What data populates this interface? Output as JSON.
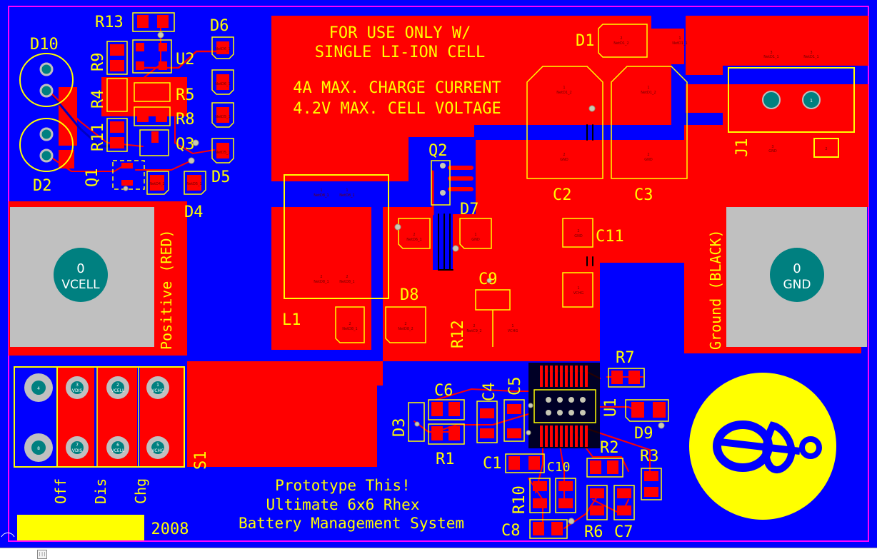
{
  "colors": {
    "background": "#0000ff",
    "top_copper": "#ff0000",
    "silkscreen": "#ffff00",
    "board_edge": "#ff00ff",
    "pad_gray": "#c0c0c0",
    "pad_teal": "#008080",
    "via": "#c8c8b4"
  },
  "notes": {
    "line1": "FOR USE ONLY W/",
    "line2": "SINGLE LI-ION CELL",
    "line3": "4A MAX. CHARGE CURRENT",
    "line4": "4.2V MAX. CELL VOLTAGE"
  },
  "title_block": {
    "line1": "Prototype This!",
    "line2": "Ultimate 6x6 Rhex",
    "line3": "Battery Management System",
    "year": "2008"
  },
  "terminals": {
    "positive": {
      "label": "Positive (RED)",
      "pad_num": "0",
      "pad_net": "VCELL"
    },
    "ground": {
      "label": "Ground (BLACK)",
      "pad_num": "0",
      "pad_net": "GND"
    }
  },
  "switch_positions": [
    "Off",
    "Dis",
    "Chg"
  ],
  "switch_pins": [
    {
      "num": "4",
      "net": ""
    },
    {
      "num": "3",
      "net": "VDIS"
    },
    {
      "num": "2",
      "net": "VCELL"
    },
    {
      "num": "1",
      "net": "VCHG"
    },
    {
      "num": "8",
      "net": ""
    },
    {
      "num": "7",
      "net": "VDIS"
    },
    {
      "num": "6",
      "net": "VCELL"
    },
    {
      "num": "5",
      "net": "VCHG"
    }
  ],
  "designators": {
    "R13": "R13",
    "D10": "D10",
    "D6": "D6",
    "R9": "R9",
    "U2": "U2",
    "R4": "R4",
    "R5": "R5",
    "R8": "R8",
    "R11": "R11",
    "Q3": "Q3",
    "D2": "D2",
    "Q1": "Q1",
    "D5": "D5",
    "D4": "D4",
    "D1": "D1",
    "Q2": "Q2",
    "D7": "D7",
    "C2": "C2",
    "C3": "C3",
    "J1": "J1",
    "C11": "C11",
    "C9": "C9",
    "D8": "D8",
    "R12": "R12",
    "L1": "L1",
    "S1": "S1",
    "C6": "C6",
    "C4": "C4",
    "C5": "C5",
    "U1": "U1",
    "R7": "R7",
    "D9": "D9",
    "D3": "D3",
    "R1": "R1",
    "C1": "C1",
    "C10": "C10",
    "R2": "R2",
    "R3": "R3",
    "R10": "R10",
    "C8": "C8",
    "R6": "R6",
    "C7": "C7"
  },
  "pad_labels": {
    "netd6_1": "NetD6_1",
    "netd1_2": "NetD1_2",
    "netd1_1": "NetD1_1",
    "gnd": "GND",
    "netd8_1": "NetD8_1",
    "netd8_2": "NetD8_2",
    "netd7_1": "NetD7_1",
    "netd4_2": "NetD4_2",
    "netd5_1": "NetD5_1",
    "vchg": "VCHG",
    "netc9_2": "NetC9_2"
  },
  "j1_pins": {
    "pin1": "1",
    "pin2": "2"
  }
}
